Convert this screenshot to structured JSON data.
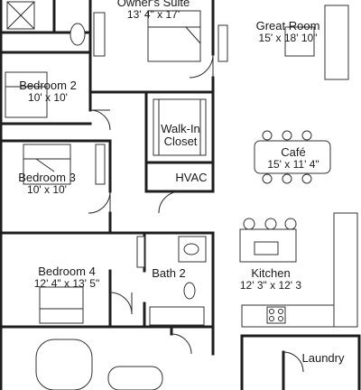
{
  "rooms": {
    "owners_suite": {
      "name": "Owner's Suite",
      "dims": "13' 4\" x 17'"
    },
    "great_room": {
      "name": "Great Room",
      "dims": "15' x 18' 10\""
    },
    "bedroom2": {
      "name": "Bedroom 2",
      "dims": "10' x 10'"
    },
    "walk_in_closet": {
      "name": "Walk-In",
      "name2": "Closet"
    },
    "cafe": {
      "name": "Café",
      "dims": "15' x 11' 4\""
    },
    "bedroom3": {
      "name": "Bedroom 3",
      "dims": "10' x 10'"
    },
    "hvac": {
      "name": "HVAC"
    },
    "bedroom4": {
      "name": "Bedroom 4",
      "dims": "12' 4\" x 13' 5\""
    },
    "bath2": {
      "name": "Bath 2"
    },
    "kitchen": {
      "name": "Kitchen",
      "dims": "12' 3\" x 12' 3"
    },
    "laundry": {
      "name": "Laundry"
    }
  }
}
